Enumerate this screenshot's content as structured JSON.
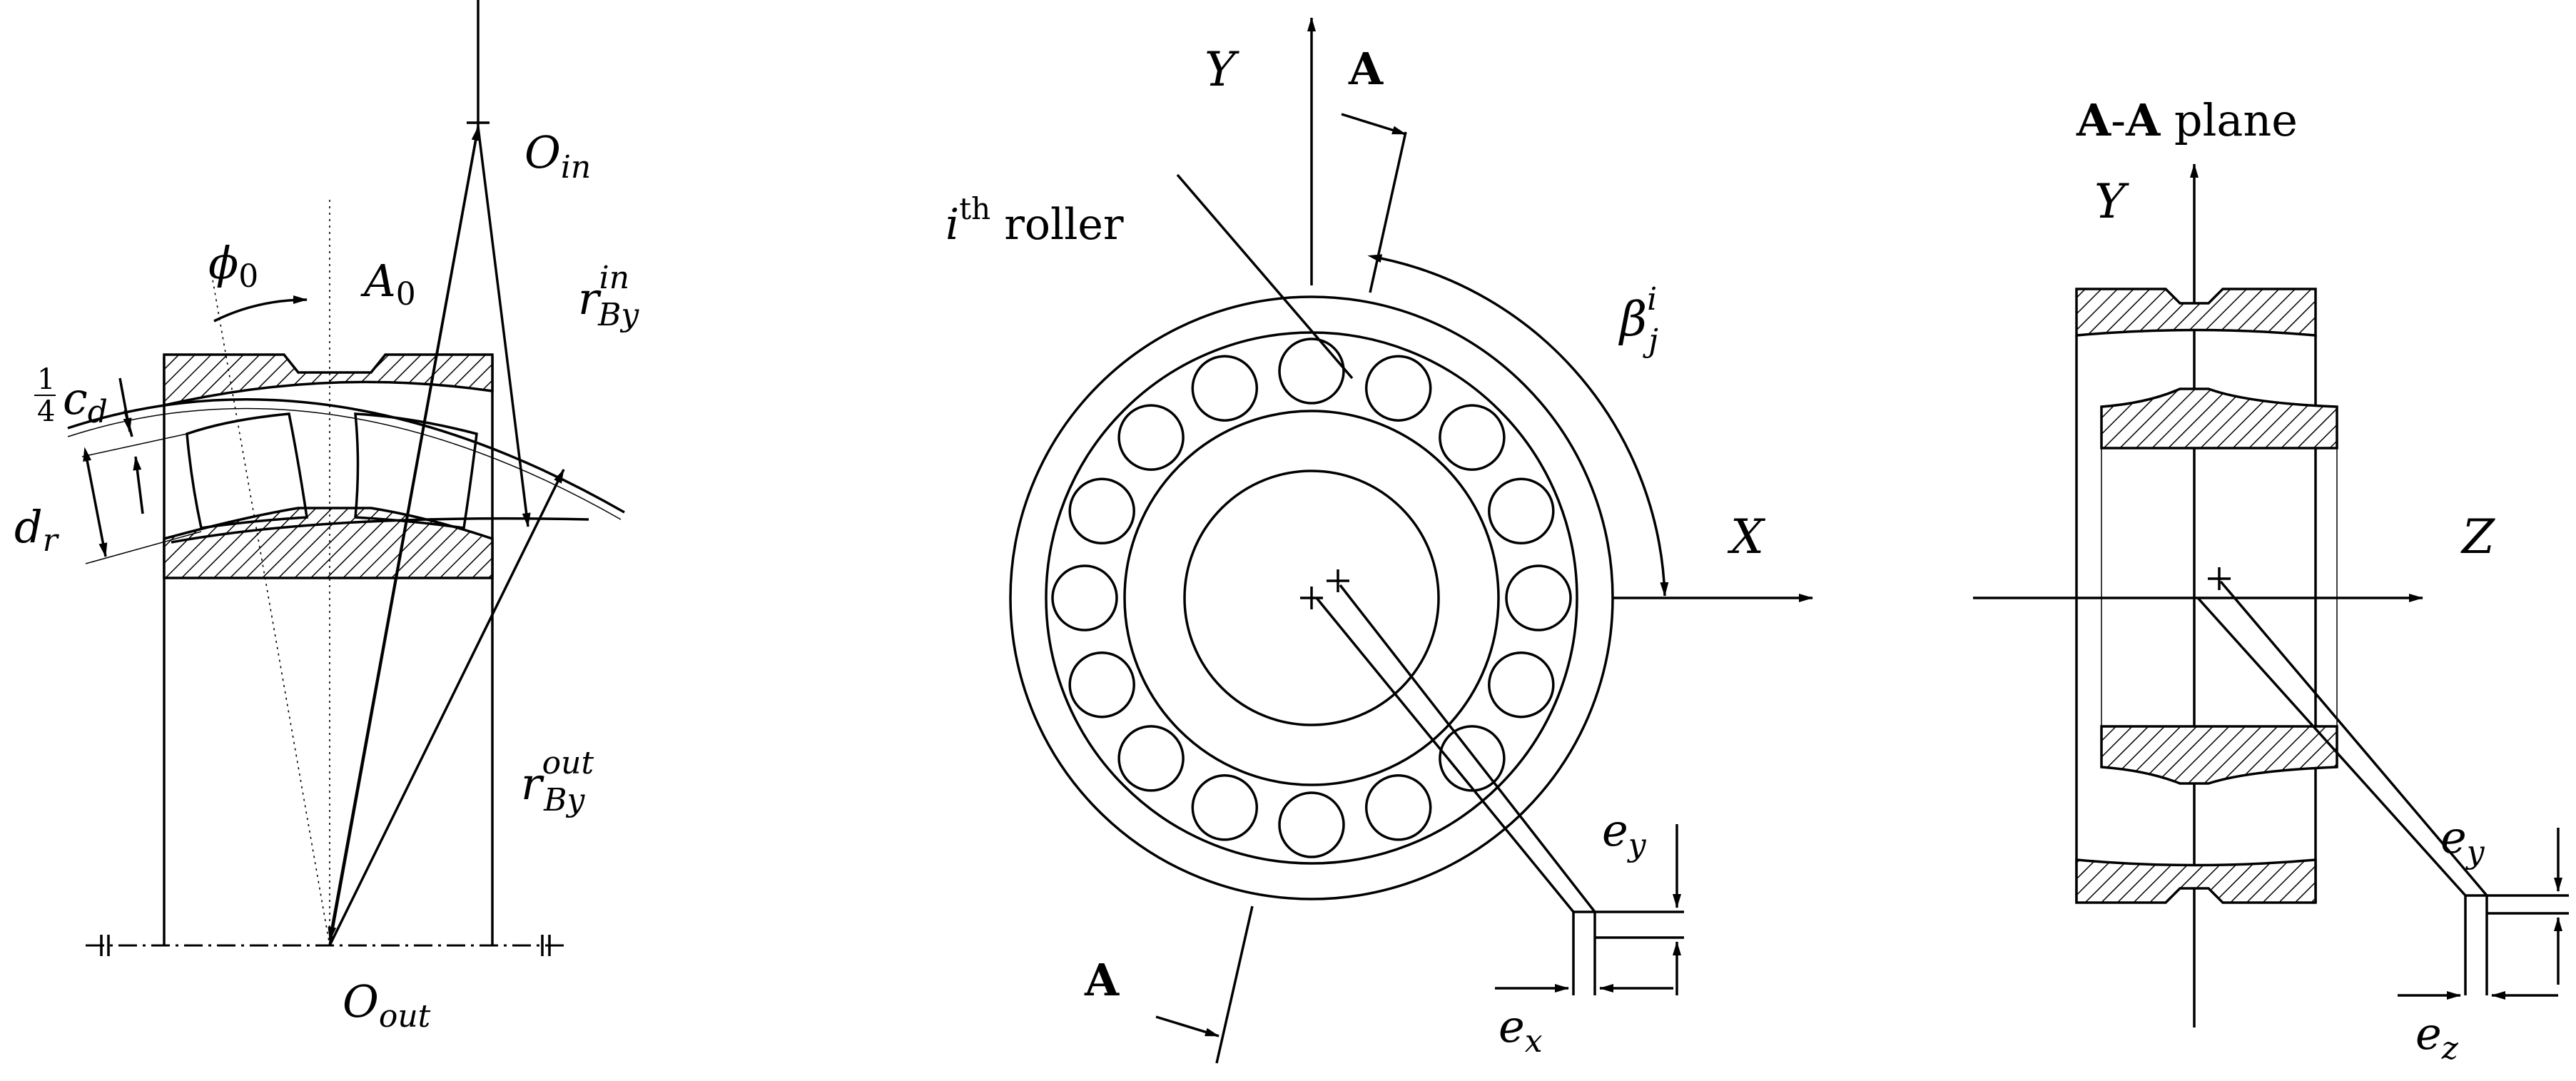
{
  "colors": {
    "stroke": "#000000",
    "background": "#ffffff"
  },
  "labels": {
    "left": {
      "phi": "ϕ",
      "phi_sub": "0",
      "A": "A",
      "A_sub": "0",
      "O_in": "O",
      "O_in_sub": "in",
      "r_in": "r",
      "r_in_sup": "in",
      "r_in_sub": "By",
      "quarter_num": "1",
      "quarter_den": "4",
      "c": "c",
      "c_sub": "d",
      "d": "d",
      "d_sub": "r",
      "r_out": "r",
      "r_out_sup": "out",
      "r_out_sub": "By",
      "O_out": "O",
      "O_out_sub": "out"
    },
    "middle": {
      "Y": "Y",
      "A_top": "A",
      "A_bottom": "A",
      "roller_i": "i",
      "roller_sup": "th",
      "roller_word": " roller",
      "beta": "β",
      "beta_sup": "i",
      "beta_sub": "j",
      "X": "X",
      "e_y": "e",
      "e_y_sub": "y",
      "e_x": "e",
      "e_x_sub": "x"
    },
    "right": {
      "plane_A1": "A",
      "plane_dash": "-",
      "plane_A2": "A",
      "plane_word": " plane",
      "Y": "Y",
      "Z": "Z",
      "e_y": "e",
      "e_y_sub": "y",
      "e_z": "e",
      "e_z_sub": "z"
    }
  }
}
